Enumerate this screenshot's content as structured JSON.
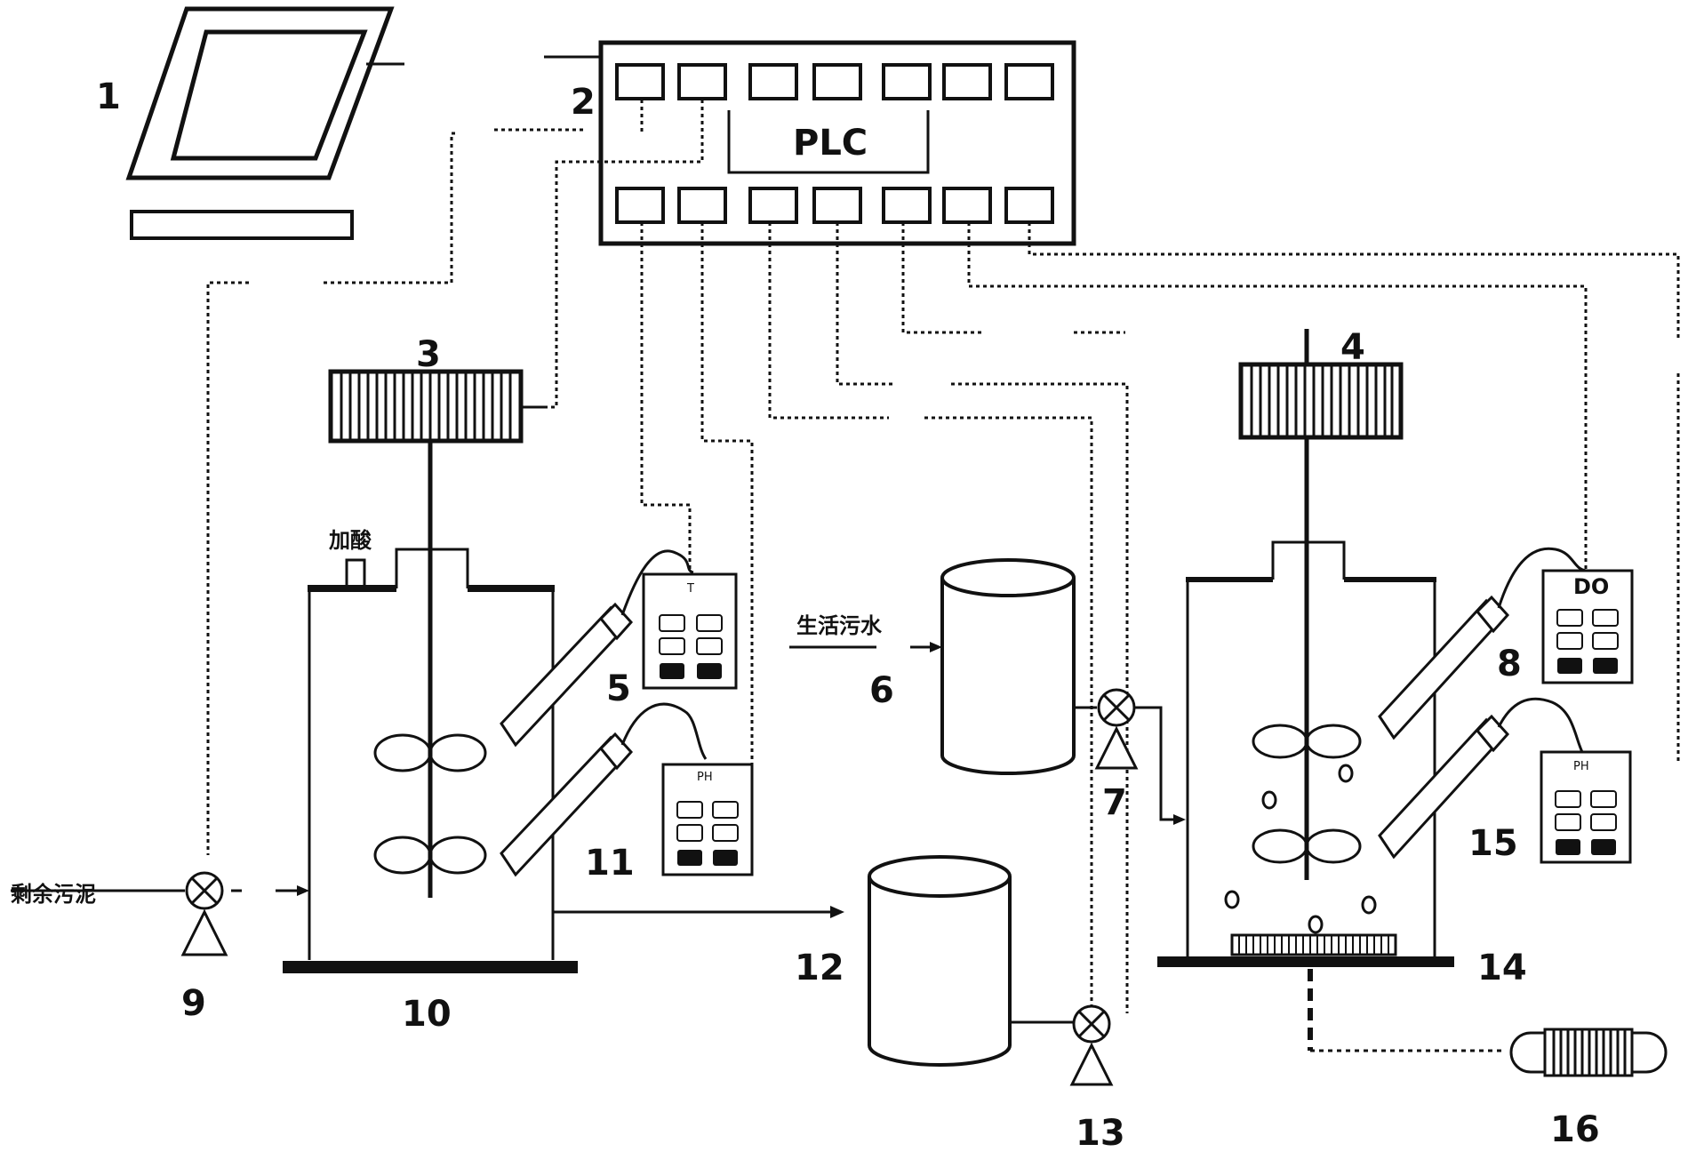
{
  "labels": {
    "n1": "1",
    "n2": "2",
    "n3": "3",
    "n4": "4",
    "n5": "5",
    "n6": "6",
    "n7": "7",
    "n8": "8",
    "n9": "9",
    "n10": "10",
    "n11": "11",
    "n12": "12",
    "n13": "13",
    "n14": "14",
    "n15": "15",
    "n16": "16"
  },
  "plc_text": "PLC",
  "inlet_sludge": "剩余污泥",
  "domestic_sewage": "生活污水",
  "add_acid": "加酸",
  "meter_T": "T",
  "meter_PH_left": "PH",
  "meter_DO": "DO",
  "meter_PH_right": "PH"
}
